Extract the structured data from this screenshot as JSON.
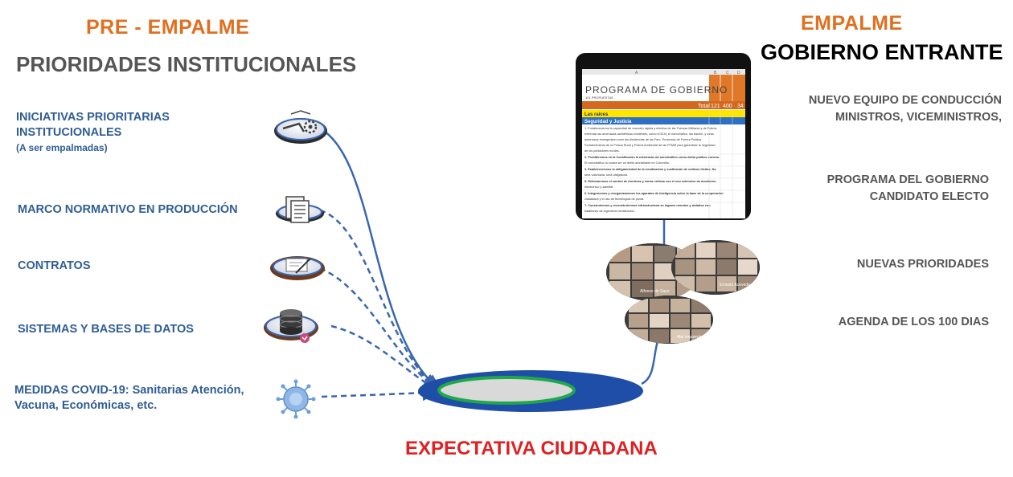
{
  "left_header": {
    "title": "PRE - EMPALME",
    "subtitle": "PRIORIDADES INSTITUCIONALES"
  },
  "right_header": {
    "title": "EMPALME",
    "subtitle": "GOBIERNO ENTRANTE"
  },
  "left_items": [
    {
      "line1": "INICIATIVAS  PRIORITARIAS",
      "line2": "INSTITUCIONALES",
      "sub": "(A ser empalmadas)",
      "icon": "gears-icon"
    },
    {
      "line1": "MARCO NORMATIVO EN PRODUCCIÓN",
      "icon": "documents-icon"
    },
    {
      "line1": "CONTRATOS",
      "icon": "contract-pen-icon"
    },
    {
      "line1": "SISTEMAS Y BASES DE DATOS",
      "icon": "database-icon"
    },
    {
      "line1": "MEDIDAS COVID-19: Sanitarias Atención,",
      "line2": "Vacuna, Económicas, etc.",
      "icon": "virus-icon"
    }
  ],
  "right_items": [
    {
      "line1": "NUEVO EQUIPO DE CONDUCCIÓN",
      "line2": "MINISTROS, VICEMINISTROS,"
    },
    {
      "line1": "PROGRAMA DEL GOBIERNO",
      "line2": "CANDIDATO ELECTO"
    },
    {
      "line1": "NUEVAS PRIORIDADES"
    },
    {
      "line1": "AGENDA DE LOS 100 DIAS"
    }
  ],
  "bottom_label": "EXPECTATIVA CIUDADANA",
  "spreadsheet": {
    "col_header": "A",
    "col_letters": [
      "B",
      "C",
      "D"
    ],
    "title": "PROGRAMA DE GOBIERNO",
    "subtitle": "101 PROPUESTAS",
    "total_label": "Total",
    "totals": [
      "121",
      "400",
      "34"
    ],
    "section1": "Las raíces",
    "section2": "Seguridad y Justicia",
    "rows": [
      "1. Fortaleceremos la capacidad de reacción rápida y efectiva de las Fuerzas Militares y de Policía.",
      "enfrentar las amenazas asimétricas existentes, como el ELN, el narcotráfico, las bacrim, y otras",
      "amenazas emergentes como las disidencias de las Farc. Presencia de Fuerza Pública.",
      "Fortalecimiento de la Policía Rural y Policía Ambiental de las FFMM para garantizar la seguridad",
      "de los pobladores rurales.",
      "2. Prohibiremos en la Constitución la existencia del narcotráfico como delito político conexo.",
      "El narcotráfico no podrá ser un delito amnistiable en Colombia.",
      "3. Estableceremos la obligatoriedad de la erradicación y sustitución de cultivos ilícitos. No",
      "será voluntaria, será obligatoria.",
      "5. Reforzaremos el control de fronteras y zonas críticas con el uso extensivo de monitoreo",
      "electrónico y satelital.",
      "6. Integraremos y reorganizaremos los aparatos de inteligencia sobre la base de la cooperación",
      "ciudadana y el uso de tecnologías de punta.",
      "7. Construiremos y reconstruiremos infraestructura en lugares remotos y aislados con",
      "batallones de ingenieros fortalecidos."
    ]
  },
  "video_labels": [
    "Alfonso de Sanz",
    "Ernesto Acevedo",
    "Mar Izquierdo"
  ],
  "colors": {
    "orange": "#e07020",
    "blue": "#2f5d95",
    "red": "#e02020",
    "gray": "#555555",
    "green_ring": "#1fa84a",
    "navy_ellipse": "#1e4ea8",
    "connector": "#3a66b0"
  }
}
